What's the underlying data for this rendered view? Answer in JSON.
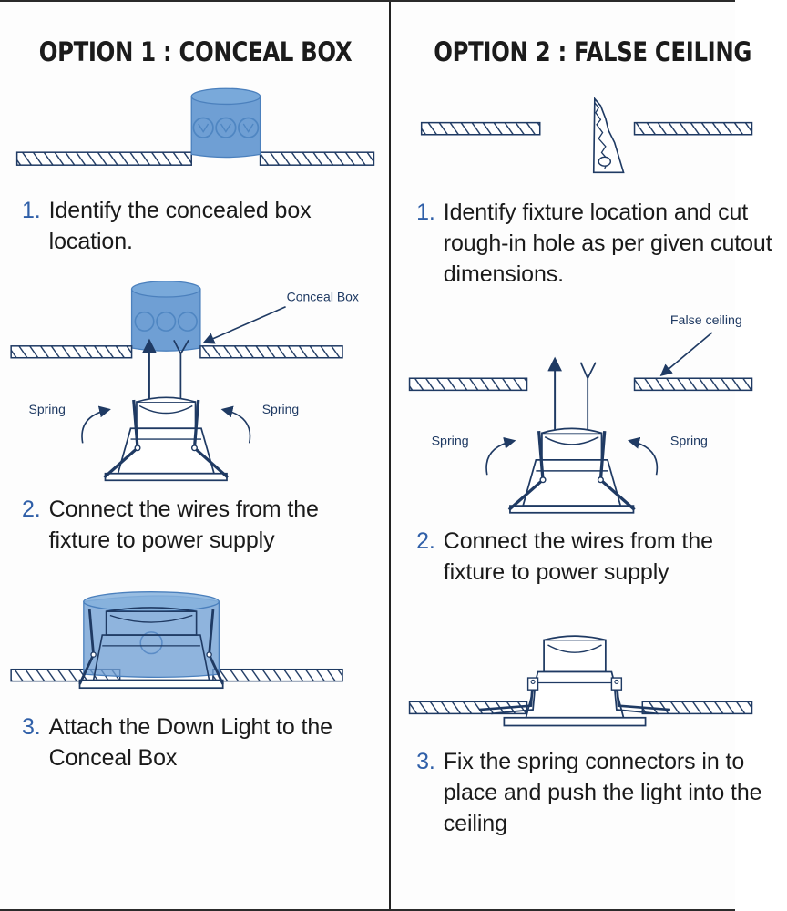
{
  "document": {
    "type": "installation-instructions",
    "subject": "Recessed Down Light installation",
    "background_color": "#fdfdfd",
    "accent_color": "#2f5fa8",
    "box_fill_color": "#6f9fd4",
    "line_color": "#1f3a63",
    "text_color": "#1a1a1a"
  },
  "columns": [
    {
      "id": "option-1",
      "title": "OPTION 1 : CONCEAL BOX",
      "figures": [
        {
          "id": "fig-1-1",
          "caption_label": "conceal box above ceiling slab",
          "annotations": []
        },
        {
          "id": "fig-1-2",
          "caption_label": "fixture wired to conceal box",
          "annotations": [
            "Conceal Box",
            "Spring",
            "Spring"
          ]
        },
        {
          "id": "fig-1-3",
          "caption_label": "fixture attached inside conceal box",
          "annotations": []
        }
      ],
      "steps": [
        {
          "number": "1.",
          "text": "Identify the concealed box location."
        },
        {
          "number": "2.",
          "text": "Connect the wires from the fixture to power supply"
        },
        {
          "number": "3.",
          "text": "Attach the Down Light to the Conceal Box"
        }
      ]
    },
    {
      "id": "option-2",
      "title": "OPTION 2  : FALSE CEILING",
      "figures": [
        {
          "id": "fig-2-1",
          "caption_label": "cut rough-in hole in false ceiling with saw",
          "annotations": []
        },
        {
          "id": "fig-2-2",
          "caption_label": "fixture wired below false ceiling opening",
          "annotations": [
            "False ceiling",
            "Spring",
            "Spring"
          ]
        },
        {
          "id": "fig-2-3",
          "caption_label": "fixture pushed into ceiling with springs engaged",
          "annotations": []
        }
      ],
      "steps": [
        {
          "number": "1.",
          "text": "Identify fixture location and cut rough-in hole as per given cutout dimensions."
        },
        {
          "number": "2.",
          "text": "Connect the wires from the fixture to power supply"
        },
        {
          "number": "3.",
          "text": "Fix the spring connectors in to place and push the light into the ceiling"
        }
      ]
    }
  ],
  "labels": {
    "conceal_box": "Conceal Box",
    "false_ceiling": "False ceiling",
    "spring_left": "Spring",
    "spring_right": "Spring"
  }
}
